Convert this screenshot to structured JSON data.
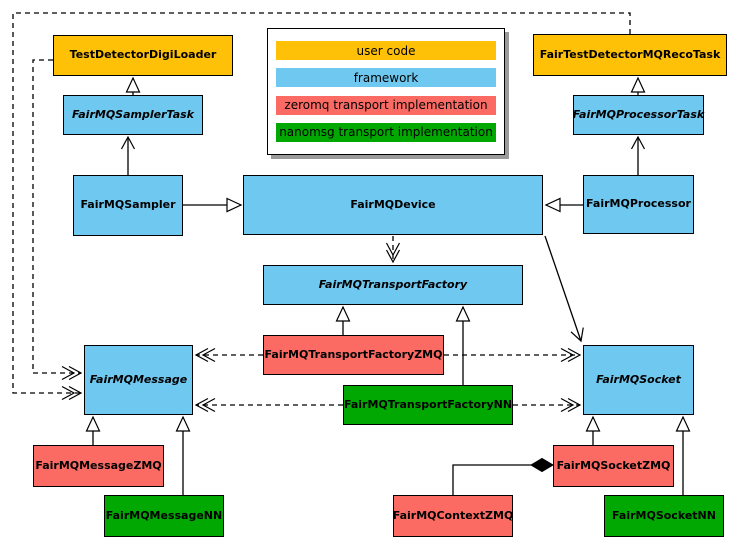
{
  "palette": {
    "user_code": "#FFC107",
    "framework": "#6FC8F0",
    "zeromq": "#FB6B63",
    "nanomsg": "#02A802",
    "line": "#000000",
    "legend_shadow": "#9a9a9a"
  },
  "legend": {
    "items": [
      {
        "label": "user code",
        "category": "user_code"
      },
      {
        "label": "framework",
        "category": "framework"
      },
      {
        "label": "zeromq transport implementation",
        "category": "zeromq"
      },
      {
        "label": "nanomsg transport implementation",
        "category": "nanomsg"
      }
    ]
  },
  "nodes": {
    "testDetectorDigiLoader": {
      "label": "TestDetectorDigiLoader",
      "category": "user_code",
      "abstract": false
    },
    "fairTestDetectorMQRecoTask": {
      "label": "FairTestDetectorMQRecoTask",
      "category": "user_code",
      "abstract": false
    },
    "fairMQSamplerTask": {
      "label": "FairMQSamplerTask",
      "category": "framework",
      "abstract": true
    },
    "fairMQProcessorTask": {
      "label": "FairMQProcessorTask",
      "category": "framework",
      "abstract": true
    },
    "fairMQSampler": {
      "label": "FairMQSampler",
      "category": "framework",
      "abstract": false
    },
    "fairMQDevice": {
      "label": "FairMQDevice",
      "category": "framework",
      "abstract": false
    },
    "fairMQProcessor": {
      "label": "FairMQProcessor",
      "category": "framework",
      "abstract": false
    },
    "fairMQTransportFactory": {
      "label": "FairMQTransportFactory",
      "category": "framework",
      "abstract": true
    },
    "fairMQTransportFactoryZMQ": {
      "label": "FairMQTransportFactoryZMQ",
      "category": "zeromq",
      "abstract": false
    },
    "fairMQTransportFactoryNN": {
      "label": "FairMQTransportFactoryNN",
      "category": "nanomsg",
      "abstract": false
    },
    "fairMQMessage": {
      "label": "FairMQMessage",
      "category": "framework",
      "abstract": true
    },
    "fairMQSocket": {
      "label": "FairMQSocket",
      "category": "framework",
      "abstract": true
    },
    "fairMQMessageZMQ": {
      "label": "FairMQMessageZMQ",
      "category": "zeromq",
      "abstract": false
    },
    "fairMQMessageNN": {
      "label": "FairMQMessageNN",
      "category": "nanomsg",
      "abstract": false
    },
    "fairMQSocketZMQ": {
      "label": "FairMQSocketZMQ",
      "category": "zeromq",
      "abstract": false
    },
    "fairMQSocketNN": {
      "label": "FairMQSocketNN",
      "category": "nanomsg",
      "abstract": false
    },
    "fairMQContextZMQ": {
      "label": "FairMQContextZMQ",
      "category": "zeromq",
      "abstract": false
    }
  },
  "edges": [
    {
      "source": "FairMQSamplerTask",
      "target": "TestDetectorDigiLoader",
      "style": "solid",
      "head": "hollow-triangle"
    },
    {
      "source": "FairMQSampler",
      "target": "FairMQSamplerTask",
      "style": "solid",
      "head": "open-arrow"
    },
    {
      "source": "FairMQSampler",
      "target": "FairMQDevice",
      "style": "solid",
      "head": "hollow-triangle"
    },
    {
      "source": "FairMQProcessor",
      "target": "FairMQDevice",
      "style": "solid",
      "head": "hollow-triangle"
    },
    {
      "source": "FairMQProcessor",
      "target": "FairMQProcessorTask",
      "style": "solid",
      "head": "open-arrow"
    },
    {
      "source": "FairMQProcessorTask",
      "target": "FairTestDetectorMQRecoTask",
      "style": "solid",
      "head": "hollow-triangle"
    },
    {
      "source": "FairMQDevice",
      "target": "FairMQTransportFactory",
      "style": "dashed",
      "head": "double-chevron"
    },
    {
      "source": "FairMQDevice",
      "target": "FairMQSocket",
      "style": "solid",
      "head": "open-arrow"
    },
    {
      "source": "FairMQTransportFactoryZMQ",
      "target": "FairMQTransportFactory",
      "style": "solid",
      "head": "hollow-triangle"
    },
    {
      "source": "FairMQTransportFactoryNN",
      "target": "FairMQTransportFactory",
      "style": "solid",
      "head": "hollow-triangle"
    },
    {
      "source": "FairMQTransportFactoryZMQ",
      "target": "FairMQMessage",
      "style": "dashed",
      "head": "double-chevron"
    },
    {
      "source": "FairMQTransportFactoryZMQ",
      "target": "FairMQSocket",
      "style": "dashed",
      "head": "double-chevron"
    },
    {
      "source": "FairMQTransportFactoryNN",
      "target": "FairMQMessage",
      "style": "dashed",
      "head": "double-chevron"
    },
    {
      "source": "FairMQTransportFactoryNN",
      "target": "FairMQSocket",
      "style": "dashed",
      "head": "double-chevron"
    },
    {
      "source": "FairMQMessageZMQ",
      "target": "FairMQMessage",
      "style": "solid",
      "head": "hollow-triangle"
    },
    {
      "source": "FairMQMessageNN",
      "target": "FairMQMessage",
      "style": "solid",
      "head": "hollow-triangle"
    },
    {
      "source": "FairMQSocketZMQ",
      "target": "FairMQSocket",
      "style": "solid",
      "head": "hollow-triangle"
    },
    {
      "source": "FairMQSocketNN",
      "target": "FairMQSocket",
      "style": "solid",
      "head": "hollow-triangle"
    },
    {
      "source": "FairMQContextZMQ",
      "target": "FairMQSocketZMQ",
      "style": "solid",
      "head": "filled-diamond"
    },
    {
      "source": "TestDetectorDigiLoader",
      "target": "FairMQMessage",
      "style": "dashed",
      "head": "double-chevron"
    },
    {
      "source": "FairTestDetectorMQRecoTask",
      "target": "FairMQMessage",
      "style": "dashed",
      "head": "double-chevron"
    }
  ]
}
